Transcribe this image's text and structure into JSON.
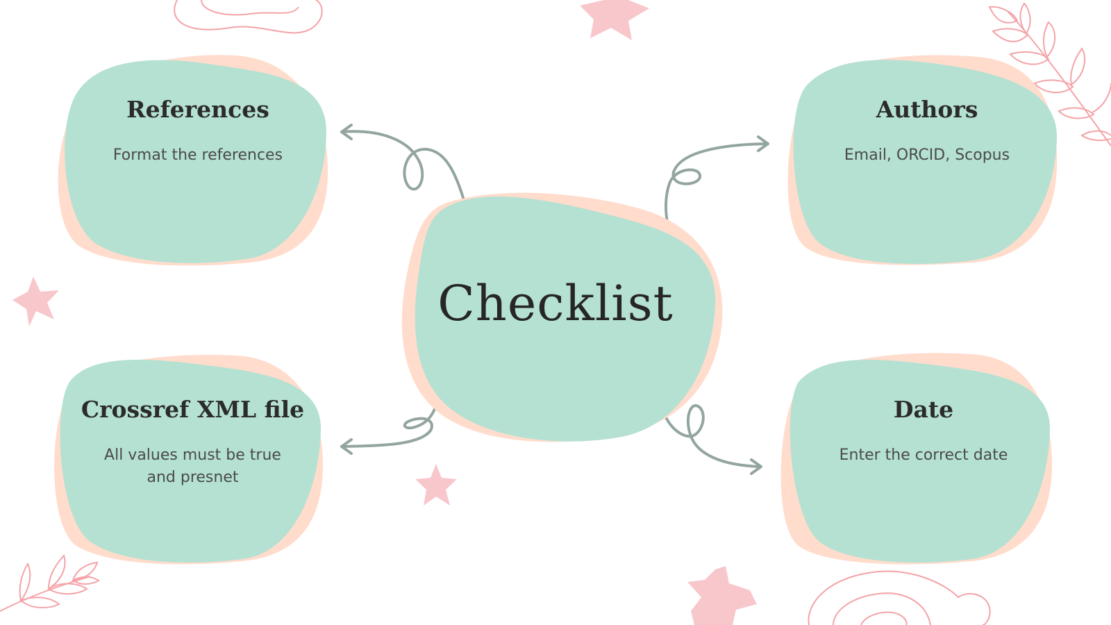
{
  "center": {
    "title": "Checklist"
  },
  "nodes": {
    "references": {
      "title": "References",
      "description": "Format the references"
    },
    "authors": {
      "title": "Authors",
      "description": "Email, ORCID, Scopus"
    },
    "crossref": {
      "title": "Crossref XML file",
      "description": "All values must be true and presnet"
    },
    "date": {
      "title": "Date",
      "description": "Enter the correct date"
    }
  },
  "colors": {
    "blob_fill": "#b5e1d2",
    "blob_shadow": "#ffdccc",
    "connector": "#93a59f",
    "decoration_pink": "#f8c7cc",
    "decoration_line": "#f4a3a8",
    "text": "#2b2b2b"
  }
}
